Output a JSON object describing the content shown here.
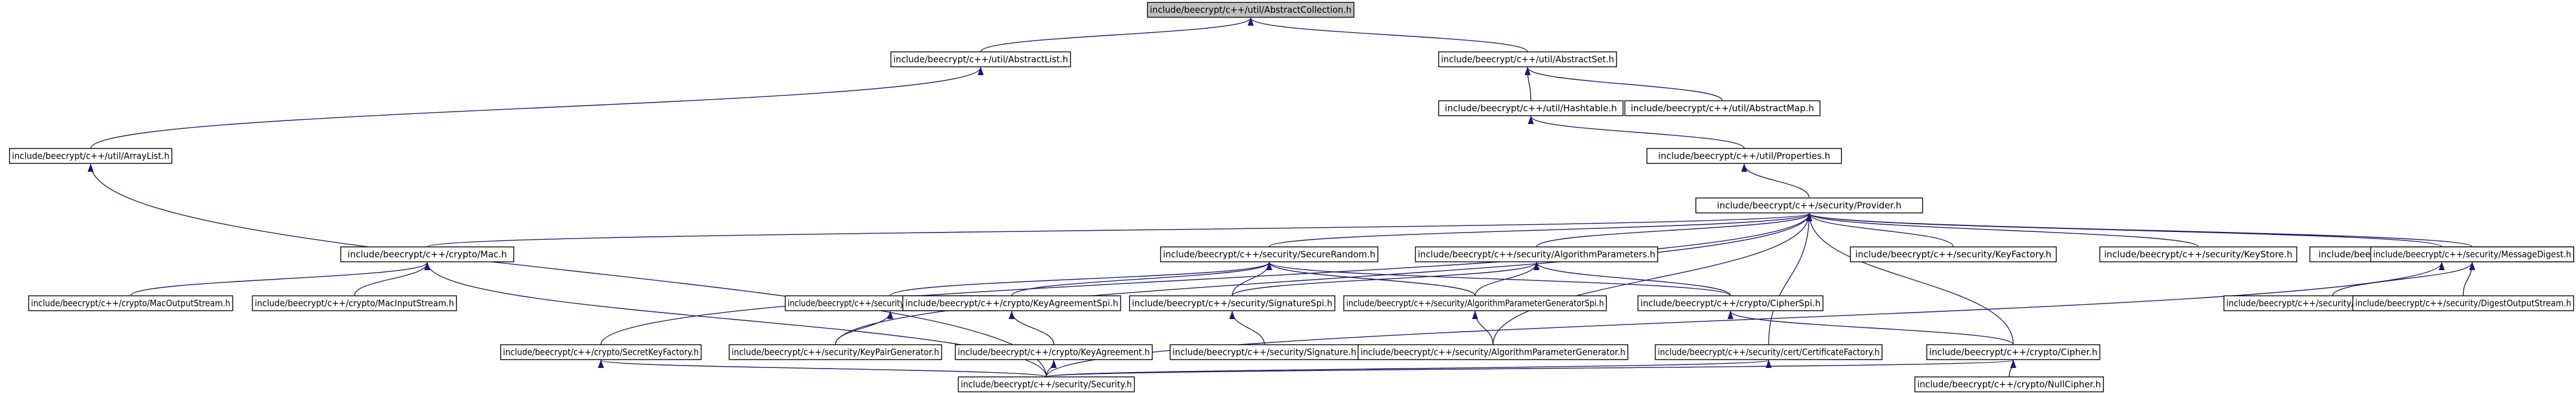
{
  "colors": {
    "edge": "#191970",
    "node_border": "#000000",
    "root_fill": "#bfbfbf",
    "node_fill": "#ffffff"
  },
  "nodes": [
    {
      "id": "collection",
      "label": "include/beecrypt/c++/util/AbstractCollection.h",
      "root": true
    },
    {
      "id": "abstractlist",
      "label": "include/beecrypt/c++/util/AbstractList.h"
    },
    {
      "id": "abstractset",
      "label": "include/beecrypt/c++/util/AbstractSet.h"
    },
    {
      "id": "hashtable",
      "label": "include/beecrypt/c++/util/Hashtable.h"
    },
    {
      "id": "abstractmap",
      "label": "include/beecrypt/c++/util/AbstractMap.h"
    },
    {
      "id": "arraylist",
      "label": "include/beecrypt/c++/util/ArrayList.h"
    },
    {
      "id": "properties",
      "label": "include/beecrypt/c++/util/Properties.h"
    },
    {
      "id": "provider",
      "label": "include/beecrypt/c++/security/Provider.h"
    },
    {
      "id": "mac",
      "label": "include/beecrypt/c++/crypto/Mac.h"
    },
    {
      "id": "securerandom",
      "label": "include/beecrypt/c++/security/SecureRandom.h"
    },
    {
      "id": "algparams",
      "label": "include/beecrypt/c++/security/AlgorithmParameters.h"
    },
    {
      "id": "keyfactory",
      "label": "include/beecrypt/c++/security/KeyFactory.h"
    },
    {
      "id": "keystore",
      "label": "include/beecrypt/c++/security/KeyStore.h"
    },
    {
      "id": "certpathvalidator",
      "label": "include/beecrypt/c++/security/cert/CertPathValidator.h"
    },
    {
      "id": "messagedigest",
      "label": "include/beecrypt/c++/security/MessageDigest.h"
    },
    {
      "id": "macoutputstream",
      "label": "include/beecrypt/c++/crypto/MacOutputStream.h"
    },
    {
      "id": "macinputstream",
      "label": "include/beecrypt/c++/crypto/MacInputStream.h"
    },
    {
      "id": "kpgspi",
      "label": "include/beecrypt/c++/security/KeyPairGeneratorSpi.h"
    },
    {
      "id": "kaspi",
      "label": "include/beecrypt/c++/crypto/KeyAgreementSpi.h"
    },
    {
      "id": "sigspi",
      "label": "include/beecrypt/c++/security/SignatureSpi.h"
    },
    {
      "id": "apgspi",
      "label": "include/beecrypt/c++/security/AlgorithmParameterGeneratorSpi.h"
    },
    {
      "id": "cipherspi",
      "label": "include/beecrypt/c++/crypto/CipherSpi.h"
    },
    {
      "id": "digestinput",
      "label": "include/beecrypt/c++/security/DigestInputStream.h"
    },
    {
      "id": "digestoutput",
      "label": "include/beecrypt/c++/security/DigestOutputStream.h"
    },
    {
      "id": "secretkeyfactory",
      "label": "include/beecrypt/c++/crypto/SecretKeyFactory.h"
    },
    {
      "id": "kpg",
      "label": "include/beecrypt/c++/security/KeyPairGenerator.h"
    },
    {
      "id": "keyagreement",
      "label": "include/beecrypt/c++/crypto/KeyAgreement.h"
    },
    {
      "id": "signature",
      "label": "include/beecrypt/c++/security/Signature.h"
    },
    {
      "id": "apg",
      "label": "include/beecrypt/c++/security/AlgorithmParameterGenerator.h"
    },
    {
      "id": "certfactory",
      "label": "include/beecrypt/c++/security/cert/CertificateFactory.h"
    },
    {
      "id": "cipher",
      "label": "include/beecrypt/c++/crypto/Cipher.h"
    },
    {
      "id": "security",
      "label": "include/beecrypt/c++/security/Security.h"
    },
    {
      "id": "nullcipher",
      "label": "include/beecrypt/c++/crypto/NullCipher.h"
    }
  ],
  "edges": [
    [
      "abstractlist",
      "collection"
    ],
    [
      "abstractset",
      "collection"
    ],
    [
      "arraylist",
      "abstractlist"
    ],
    [
      "hashtable",
      "abstractset"
    ],
    [
      "abstractmap",
      "abstractset"
    ],
    [
      "properties",
      "hashtable"
    ],
    [
      "provider",
      "properties"
    ],
    [
      "security",
      "arraylist"
    ],
    [
      "mac",
      "provider"
    ],
    [
      "securerandom",
      "provider"
    ],
    [
      "algparams",
      "provider"
    ],
    [
      "keyfactory",
      "provider"
    ],
    [
      "keystore",
      "provider"
    ],
    [
      "certpathvalidator",
      "provider"
    ],
    [
      "messagedigest",
      "provider"
    ],
    [
      "secretkeyfactory",
      "provider"
    ],
    [
      "kpg",
      "provider"
    ],
    [
      "apg",
      "provider"
    ],
    [
      "certfactory",
      "provider"
    ],
    [
      "cipher",
      "provider"
    ],
    [
      "macoutputstream",
      "mac"
    ],
    [
      "macinputstream",
      "mac"
    ],
    [
      "security",
      "mac"
    ],
    [
      "kpgspi",
      "securerandom"
    ],
    [
      "kaspi",
      "securerandom"
    ],
    [
      "sigspi",
      "securerandom"
    ],
    [
      "apgspi",
      "securerandom"
    ],
    [
      "cipherspi",
      "securerandom"
    ],
    [
      "sigspi",
      "algparams"
    ],
    [
      "apgspi",
      "algparams"
    ],
    [
      "cipherspi",
      "algparams"
    ],
    [
      "digestinput",
      "messagedigest"
    ],
    [
      "digestoutput",
      "messagedigest"
    ],
    [
      "security",
      "certpathvalidator"
    ],
    [
      "kpg",
      "kpgspi"
    ],
    [
      "keyagreement",
      "kaspi"
    ],
    [
      "signature",
      "sigspi"
    ],
    [
      "apg",
      "apgspi"
    ],
    [
      "cipher",
      "cipherspi"
    ],
    [
      "security",
      "secretkeyfactory"
    ],
    [
      "security",
      "keyagreement"
    ],
    [
      "security",
      "certfactory"
    ],
    [
      "security",
      "cipher"
    ],
    [
      "nullcipher",
      "cipher"
    ]
  ]
}
